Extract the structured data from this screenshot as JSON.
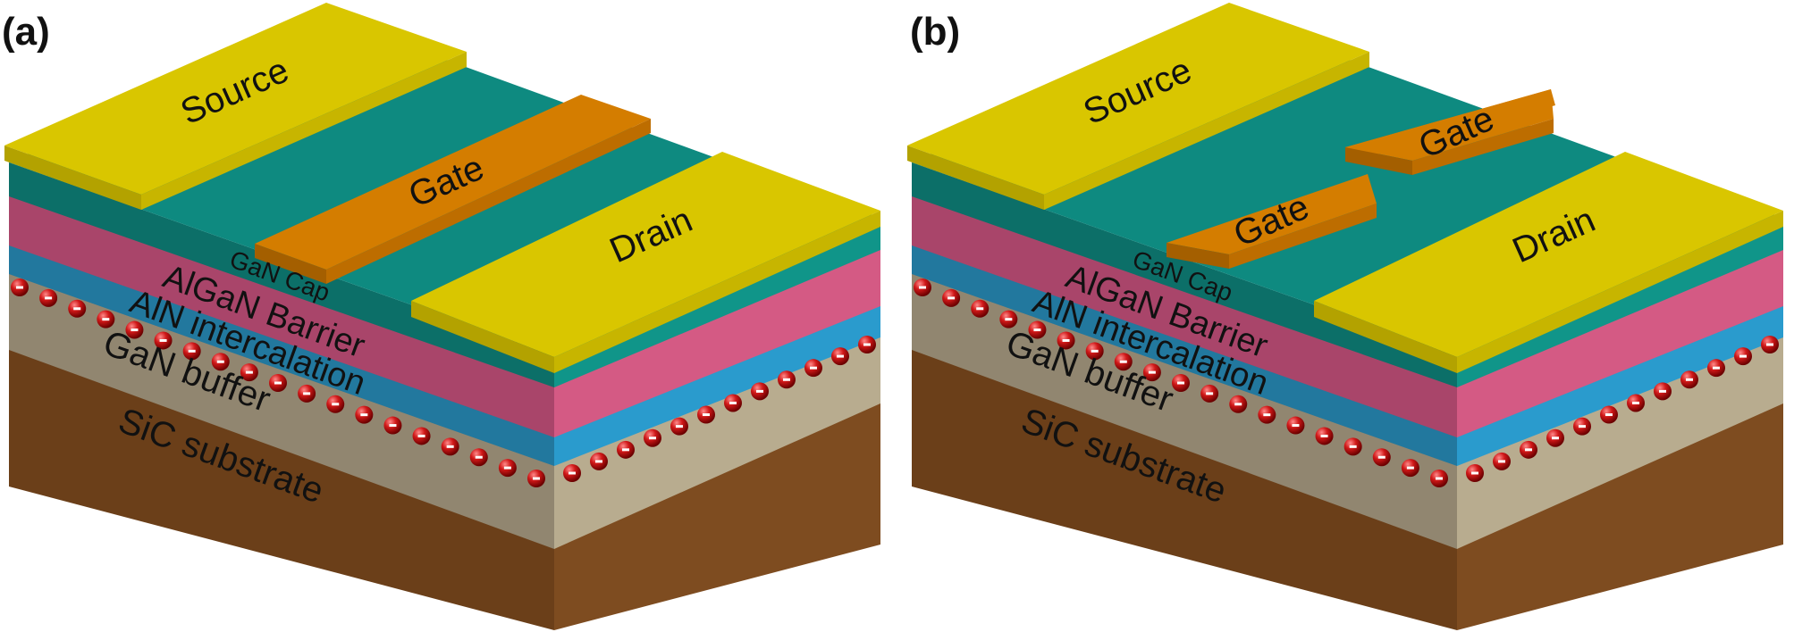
{
  "panels": [
    {
      "label": "(a)",
      "contacts": {
        "source": "Source",
        "gate": "Gate",
        "drain": "Drain"
      },
      "layers": {
        "cap": "GaN Cap",
        "barrier": "AlGaN Barrier",
        "intercalation": "AlN intercalation",
        "buffer": "GaN buffer",
        "substrate": "SiC substrate"
      }
    },
    {
      "label": "(b)",
      "contacts": {
        "source": "Source",
        "gate_top": "Gate",
        "gate_bottom": "Gate",
        "drain": "Drain"
      },
      "layers": {
        "cap": "GaN Cap",
        "barrier": "AlGaN Barrier",
        "intercalation": "AlN intercalation",
        "buffer": "GaN buffer",
        "substrate": "SiC substrate"
      }
    }
  ],
  "colors": {
    "substrate": "#7a4a1f",
    "buffer": "#b3a88a",
    "intercalation": "#2a97c8",
    "barrier": "#d45a82",
    "cap": "#0e948a",
    "contact": "#d9c600",
    "gate": "#d47d00",
    "electron": "#d01818"
  },
  "electron_symbol": "-"
}
